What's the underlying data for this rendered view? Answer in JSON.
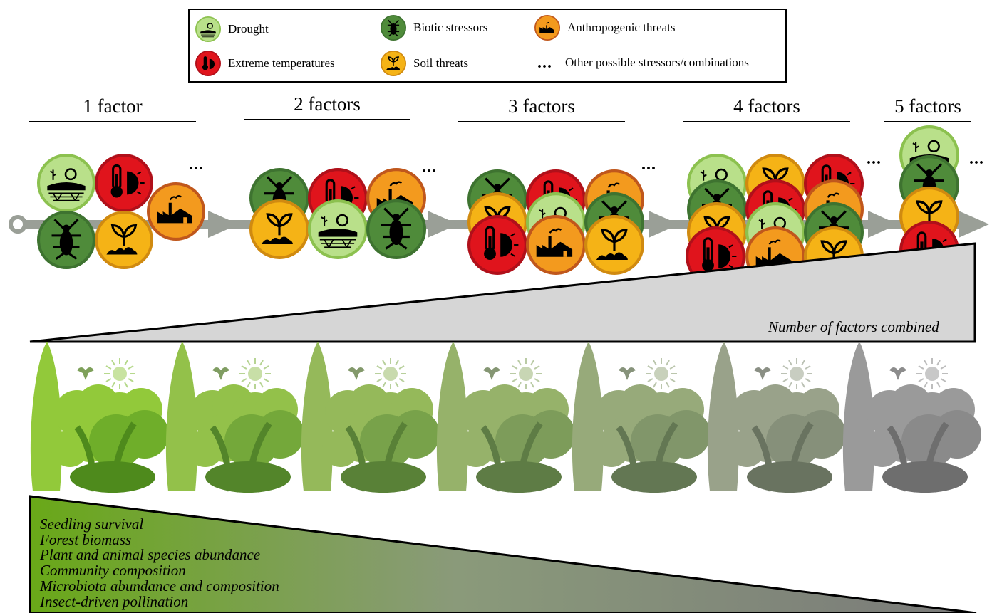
{
  "legend": {
    "items": [
      {
        "key": "drought",
        "label": "Drought",
        "icon": "drought-icon",
        "color": "#9ed35f"
      },
      {
        "key": "biotic",
        "label": "Biotic stressors",
        "icon": "insect-icon",
        "color": "#4f8b3a"
      },
      {
        "key": "anthropogenic",
        "label": "Anthropogenic threats",
        "icon": "factory-icon",
        "color": "#f39a1e"
      },
      {
        "key": "temperature",
        "label": "Extreme temperatures",
        "icon": "thermometer-icon",
        "color": "#e0141c"
      },
      {
        "key": "soil",
        "label": "Soil threats",
        "icon": "soil-sprout-icon",
        "color": "#f5b316"
      }
    ],
    "other_symbol": "...",
    "other_label": "Other possible stressors/combinations"
  },
  "groups": [
    {
      "title": "1 factor"
    },
    {
      "title": "2 factors"
    },
    {
      "title": "3 factors"
    },
    {
      "title": "4 factors"
    },
    {
      "title": "5 factors"
    }
  ],
  "ellipsis": "...",
  "factors_label": "Number of factors combined",
  "effects": [
    "Seedling survival",
    "Forest biomass",
    "Plant and animal species abundance",
    "Community composition",
    "Microbiota abundance and composition",
    "Insect-driven pollination"
  ],
  "forest_panels": 7
}
